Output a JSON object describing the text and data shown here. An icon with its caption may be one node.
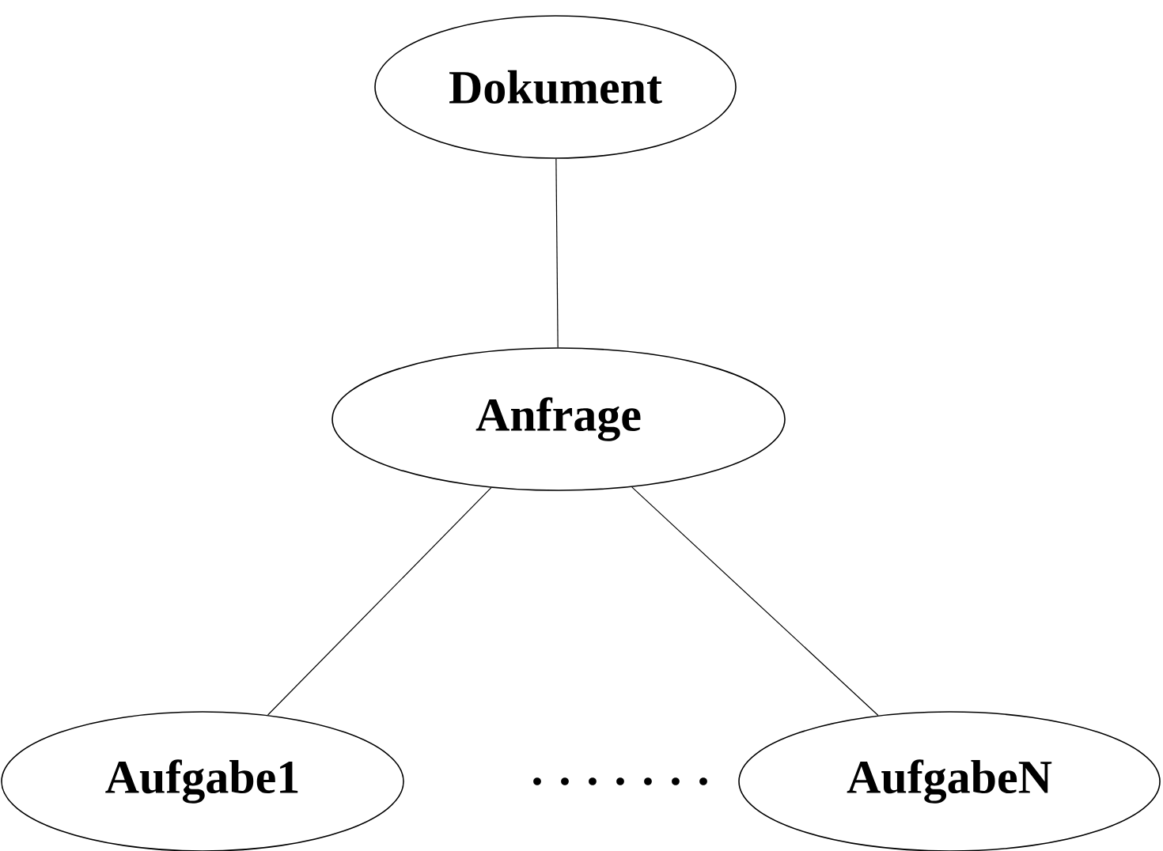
{
  "diagram": {
    "nodes": [
      {
        "text": [
          "Dokument"
        ]
      },
      {
        "text": [
          "Anfrage"
        ]
      },
      {
        "text": [
          "Aufgabe1"
        ]
      },
      {
        "text": [
          "AufgabeN"
        ]
      }
    ],
    "edges": [
      {
        "from": 0,
        "to": 1,
        "arrow": "none"
      },
      {
        "from": 1,
        "to": 2,
        "arrow": "none"
      },
      {
        "from": 1,
        "to": 3,
        "arrow": "none"
      }
    ],
    "labels": [
      ". . . . . . ."
    ]
  }
}
